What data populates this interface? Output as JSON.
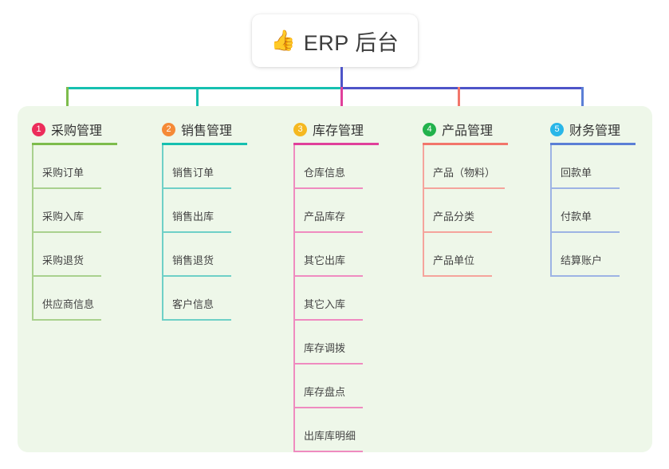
{
  "root": {
    "icon": "thumbs-up-icon",
    "icon_glyph": "👍",
    "title": "ERP 后台"
  },
  "panel": {
    "background": "#eef7e9"
  },
  "connectors": {
    "root_stem_color": "#4e54c8",
    "bar_left_color": "#16c0b0",
    "bar_right_color": "#4e54c8",
    "drops": [
      "#7dbc4c",
      "#16c0b0",
      "#e0409a",
      "#f2766b",
      "#5b7fd6"
    ]
  },
  "columns": [
    {
      "number": "1",
      "label": "采购管理",
      "badge_color": "#ec2d5b",
      "line_color": "#7dbc4c",
      "item_line_color": "#a9d18e",
      "items": [
        "采购订单",
        "采购入库",
        "采购退货",
        "供应商信息"
      ]
    },
    {
      "number": "2",
      "label": "销售管理",
      "badge_color": "#f58a37",
      "line_color": "#16c0b0",
      "item_line_color": "#6ed0c7",
      "items": [
        "销售订单",
        "销售出库",
        "销售退货",
        "客户信息"
      ]
    },
    {
      "number": "3",
      "label": "库存管理",
      "badge_color": "#f5b820",
      "line_color": "#e0409a",
      "item_line_color": "#ef8bc0",
      "items": [
        "仓库信息",
        "产品库存",
        "其它出库",
        "其它入库",
        "库存调拨",
        "库存盘点",
        "出库库明细"
      ]
    },
    {
      "number": "4",
      "label": "产品管理",
      "badge_color": "#22b24c",
      "line_color": "#f2766b",
      "item_line_color": "#f5a49c",
      "items": [
        "产品（物料）",
        "产品分类",
        "产品单位"
      ]
    },
    {
      "number": "5",
      "label": "财务管理",
      "badge_color": "#29b6e8",
      "line_color": "#5b7fd6",
      "item_line_color": "#9db3e4",
      "items": [
        "回款单",
        "付款单",
        "结算账户"
      ]
    }
  ]
}
